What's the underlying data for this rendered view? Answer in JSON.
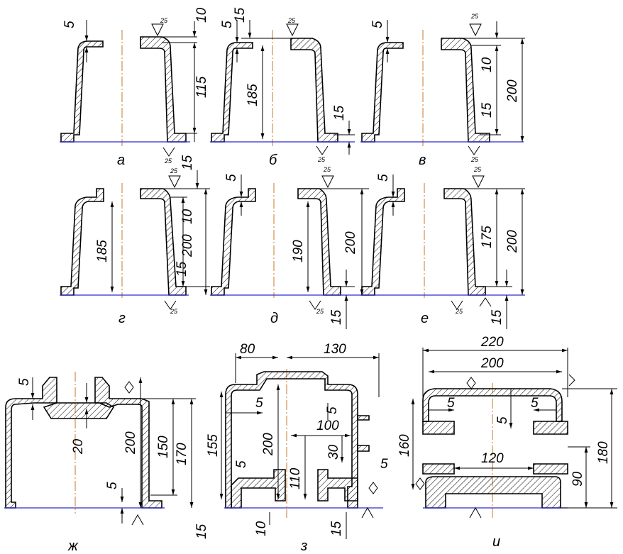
{
  "captions": [
    "а",
    "б",
    "в",
    "г",
    "д",
    "е",
    "ж",
    "з",
    "и"
  ],
  "roughness": "25",
  "dims": {
    "a": {
      "top": "5",
      "right_top": "10",
      "right_mid": "115",
      "right_bot": "15"
    },
    "b": {
      "top": "5",
      "top2": "15",
      "height": "185",
      "right_bot": "15"
    },
    "v": {
      "top": "5",
      "right_top": "10",
      "right_mid": "15",
      "total": "200"
    },
    "g": {
      "height": "185",
      "r1": "10",
      "r2": "200",
      "r3": "15"
    },
    "d": {
      "top": "5",
      "height": "190",
      "total": "200",
      "bot": "15"
    },
    "e": {
      "top": "5",
      "h1": "175",
      "h2": "200",
      "bot": "15"
    },
    "zh": {
      "top": "5",
      "d20": "20",
      "h200": "200",
      "h150": "150",
      "h170": "170",
      "b5": "5",
      "b15": "15"
    },
    "z": {
      "w80": "80",
      "w130": "130",
      "s5a": "5",
      "s5b": "5",
      "s5c": "5",
      "s5d": "5",
      "h155": "155",
      "h200": "200",
      "w100": "100",
      "w30": "30",
      "w110": "110",
      "b10": "10",
      "b15": "15"
    },
    "i": {
      "w220": "220",
      "w200": "200",
      "s5a": "5",
      "s5b": "5",
      "s5c": "5",
      "h160": "160",
      "w120": "120",
      "h90": "90",
      "h180": "180"
    }
  }
}
